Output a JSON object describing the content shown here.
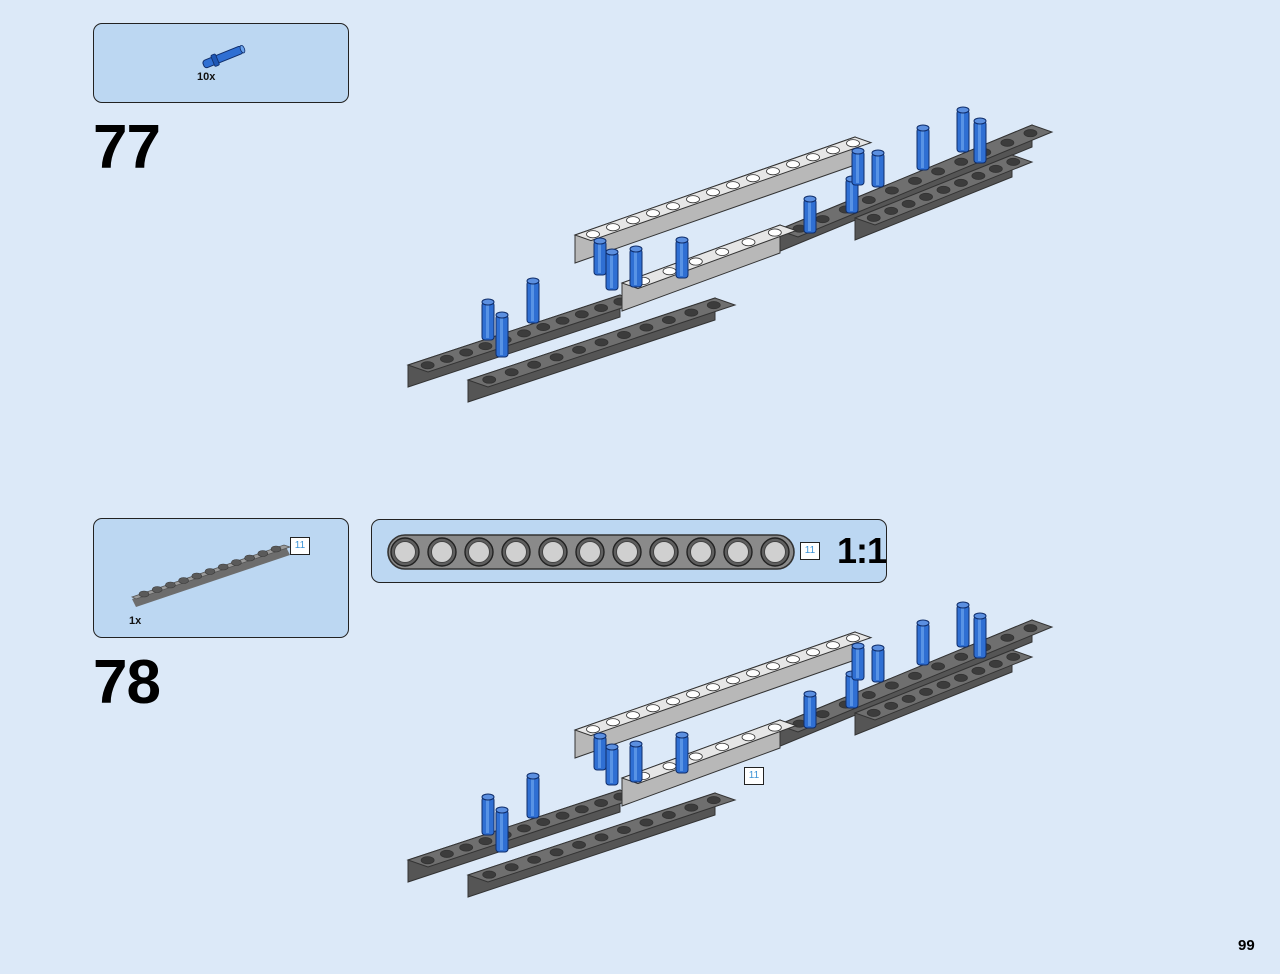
{
  "steps": [
    {
      "number": "77",
      "parts": [
        {
          "quantity": "10x",
          "part": "blue-axle-pin"
        }
      ]
    },
    {
      "number": "78",
      "parts": [
        {
          "quantity": "1x",
          "part": "dark-gray-liftarm",
          "length_tag": "11"
        }
      ],
      "callout": {
        "length_tag": "11",
        "scale": "1:1"
      },
      "assembly_tag": "11"
    }
  ],
  "page": {
    "number": "99"
  },
  "colors": {
    "background": "#dce9f8",
    "parts_box": "#bcd7f2",
    "beam_dark": "#7f7f7f",
    "beam_light": "#e6e6e6",
    "pin_blue": "#2f6fd3"
  }
}
